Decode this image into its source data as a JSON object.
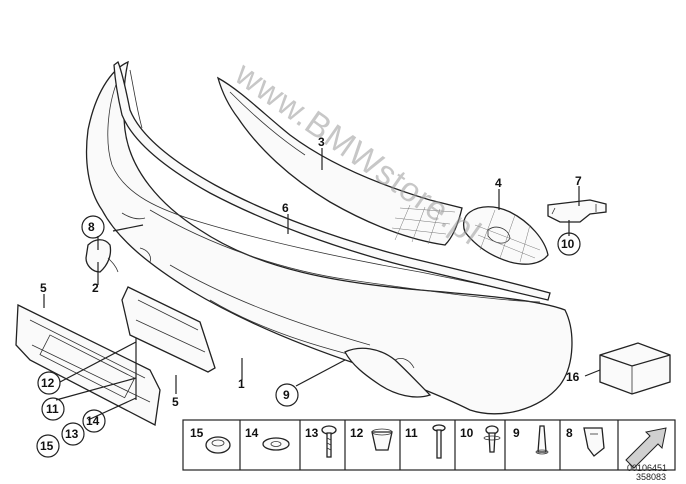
{
  "watermark": "www.BMWstore.pl",
  "callouts": {
    "c1": "1",
    "c2": "2",
    "c3": "3",
    "c4": "4",
    "c5a": "5",
    "c5b": "5",
    "c6": "6",
    "c7": "7",
    "c8": "8",
    "c9": "9",
    "c10": "10",
    "c11": "11",
    "c12": "12",
    "c13": "13",
    "c14": "14",
    "c15": "15",
    "c16": "16"
  },
  "legend": {
    "items": [
      {
        "label": "15",
        "icon": "grommet-icon"
      },
      {
        "label": "14",
        "icon": "washer-icon"
      },
      {
        "label": "13",
        "icon": "screw-icon"
      },
      {
        "label": "12",
        "icon": "plug-icon"
      },
      {
        "label": "11",
        "icon": "clip-icon"
      },
      {
        "label": "10",
        "icon": "bolt-icon"
      },
      {
        "label": "9",
        "icon": "rivet-icon"
      },
      {
        "label": "8",
        "icon": "bracket-icon"
      }
    ]
  },
  "codes": {
    "primary": "00106451",
    "secondary": "358083"
  },
  "colors": {
    "line": "#222222",
    "background": "#ffffff",
    "watermark": "#9a9a9a"
  }
}
